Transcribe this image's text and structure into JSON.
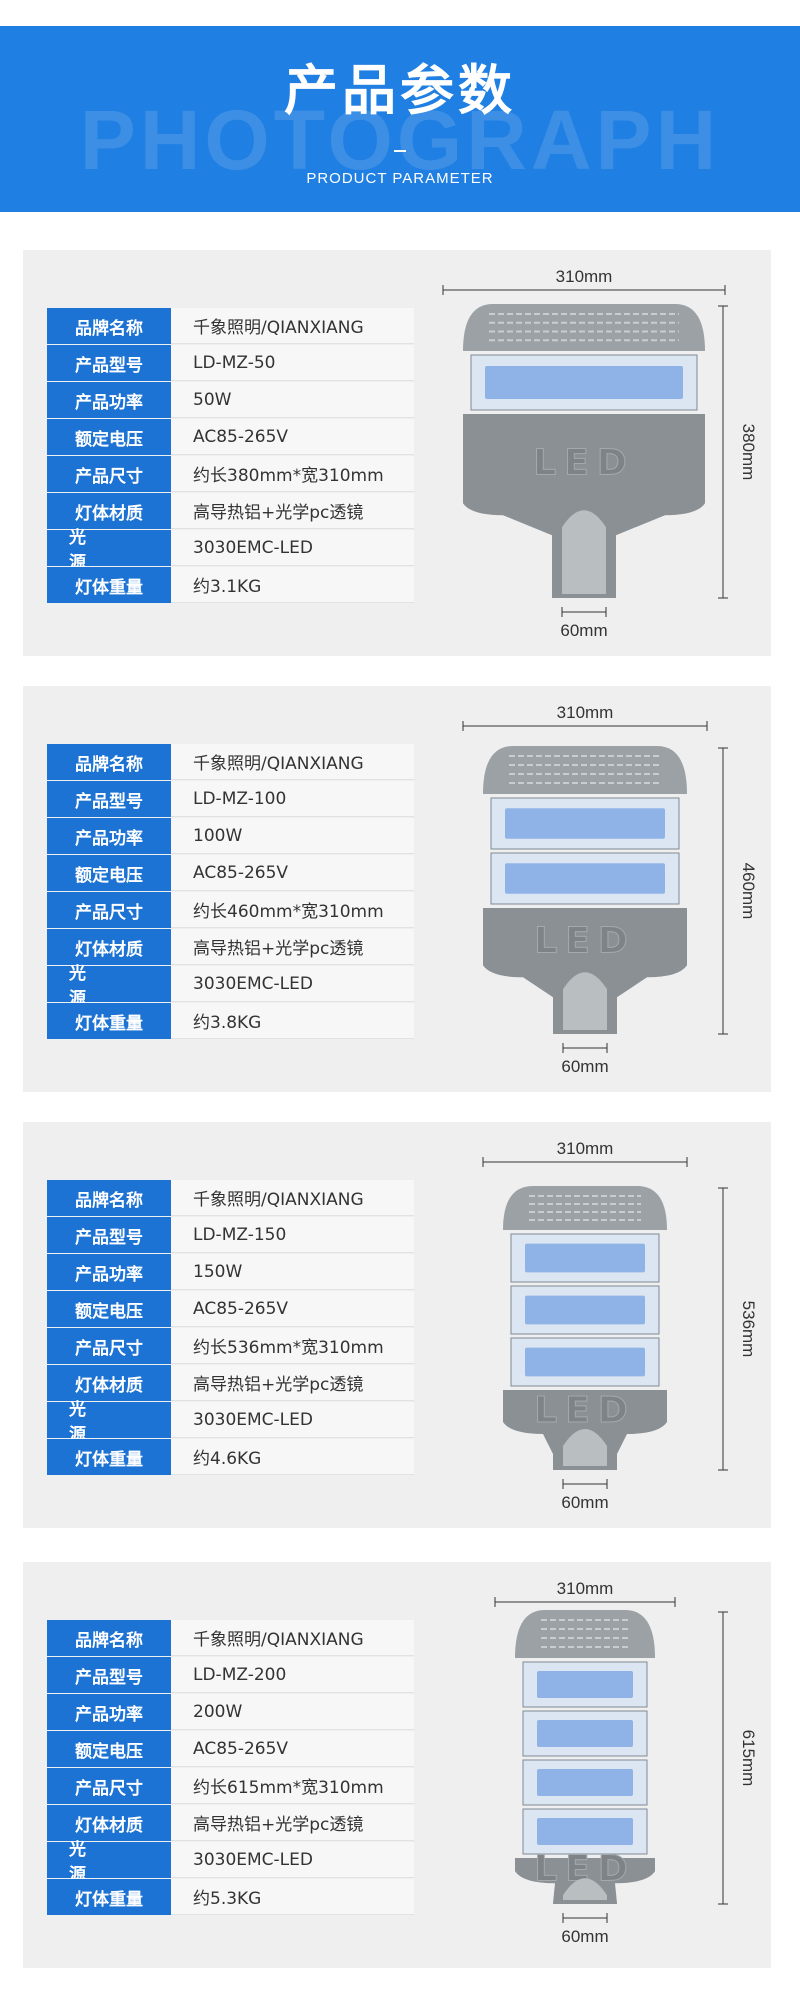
{
  "header": {
    "title": "产品参数",
    "bg_word": "PHOTOGRAPH",
    "subtitle": "PRODUCT PARAMETER"
  },
  "colors": {
    "header_bg": "#1f7fe2",
    "label_bg": "#1c73d3",
    "lamp_body": "#8a9094",
    "led": "#8fb3e6"
  },
  "labels": [
    "品牌名称",
    "产品型号",
    "产品功率",
    "额定电压",
    "产品尺寸",
    "灯体材质",
    "光　源",
    "灯体重量"
  ],
  "products": [
    {
      "values": [
        "千象照明/QIANXIANG",
        "LD-MZ-50",
        "50W",
        "AC85-265V",
        "约长380mm*宽310mm",
        "高导热铝+光学pc透镜",
        "3030EMC-LED",
        "约3.1KG"
      ],
      "width_label": "310mm",
      "length_label": "380mm",
      "neck_label": "60mm",
      "modules": 1,
      "logo": "LED"
    },
    {
      "values": [
        "千象照明/QIANXIANG",
        "LD-MZ-100",
        "100W",
        "AC85-265V",
        "约长460mm*宽310mm",
        "高导热铝+光学pc透镜",
        "3030EMC-LED",
        "约3.8KG"
      ],
      "width_label": "310mm",
      "length_label": "460mm",
      "neck_label": "60mm",
      "modules": 2,
      "logo": "LED"
    },
    {
      "values": [
        "千象照明/QIANXIANG",
        "LD-MZ-150",
        "150W",
        "AC85-265V",
        "约长536mm*宽310mm",
        "高导热铝+光学pc透镜",
        "3030EMC-LED",
        "约4.6KG"
      ],
      "width_label": "310mm",
      "length_label": "536mm",
      "neck_label": "60mm",
      "modules": 3,
      "logo": "LED"
    },
    {
      "values": [
        "千象照明/QIANXIANG",
        "LD-MZ-200",
        "200W",
        "AC85-265V",
        "约长615mm*宽310mm",
        "高导热铝+光学pc透镜",
        "3030EMC-LED",
        "约5.3KG"
      ],
      "width_label": "310mm",
      "length_label": "615mm",
      "neck_label": "60mm",
      "modules": 4,
      "logo": "LED"
    }
  ]
}
